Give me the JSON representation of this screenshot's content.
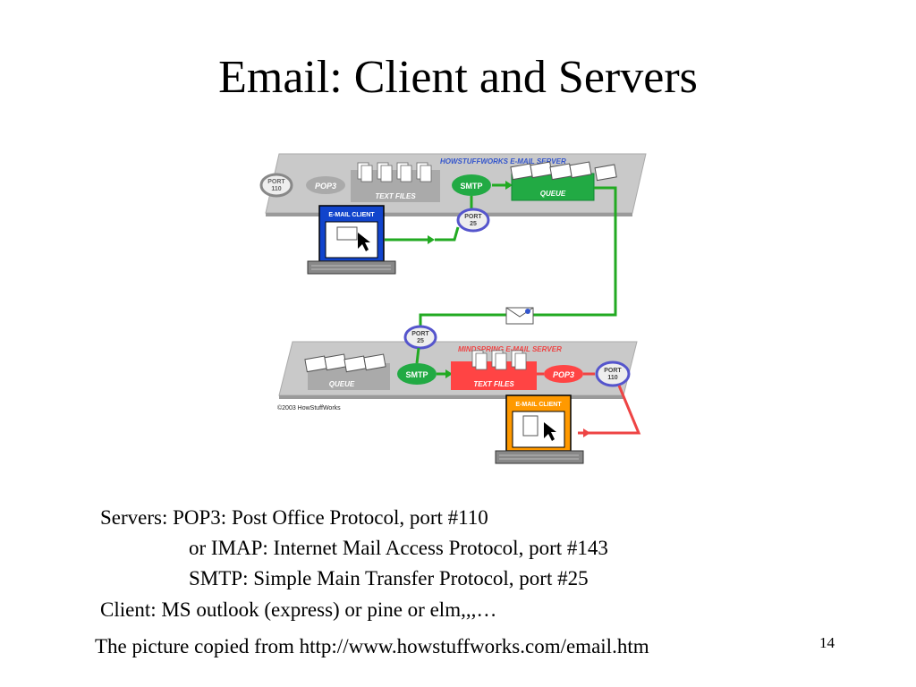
{
  "slide": {
    "title": "Email: Client and Servers",
    "page_number": "14",
    "footnote": "The picture copied from http://www.howstuffworks.com/email.htm"
  },
  "bullets": [
    {
      "text": "Servers: POP3: Post Office Protocol, port #110"
    },
    {
      "text": "or IMAP: Internet Mail Access Protocol, port #143"
    },
    {
      "text": "SMTP: Simple Main Transfer Protocol, port #25"
    },
    {
      "text": "Client: MS outlook (express) or pine or elm,,,…"
    }
  ],
  "diagram": {
    "top_server_label": "HOWSTUFFWORKS E-MAIL SERVER",
    "bottom_server_label": "MINDSPRING E-MAIL SERVER",
    "port_word": "PORT",
    "port_110": "110",
    "port_25": "25",
    "pop3": "POP3",
    "smtp": "SMTP",
    "text_files": "TEXT FILES",
    "queue": "QUEUE",
    "email_client": "E-MAIL CLIENT",
    "copyright": "©2003 HowStuffWorks",
    "colors": {
      "green_path": "#22aa22",
      "red_path": "#ee4444",
      "client_top_screen": "#1144cc",
      "client_bottom_screen": "#ff9900",
      "panel_gray": "#c4c4c4",
      "port_ring": "#5555cc",
      "red_box": "#ff4444"
    }
  }
}
